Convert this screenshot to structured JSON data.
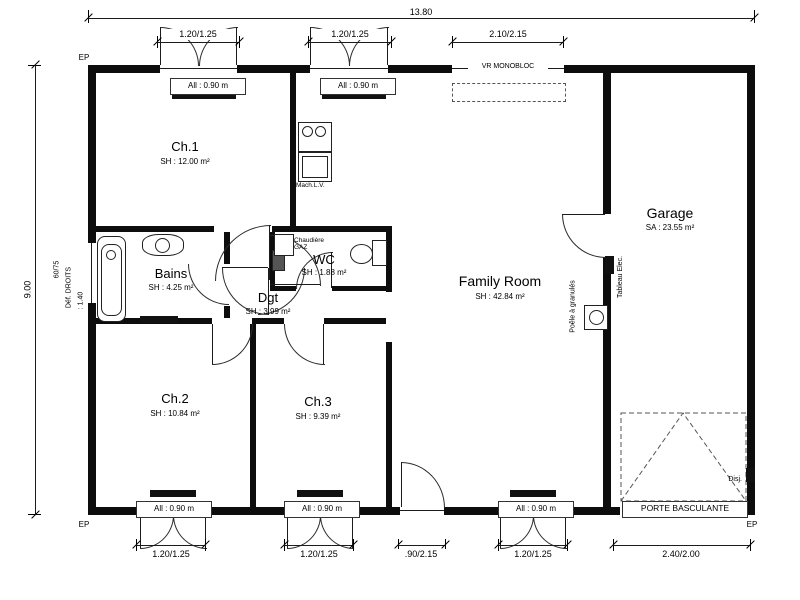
{
  "plan": {
    "rooms": [
      {
        "name": "Ch.1",
        "area": "SH : 12.00 m²"
      },
      {
        "name": "Bains",
        "area": "SH : 4.25 m²"
      },
      {
        "name": "Dgt",
        "area": "SH : 3.99 m²"
      },
      {
        "name": "WC",
        "area": "SH : 1.88 m²"
      },
      {
        "name": "Family Room",
        "area": "SH : 42.84 m²"
      },
      {
        "name": "Garage",
        "area": "SA : 23.55 m²"
      },
      {
        "name": "Ch.2",
        "area": "SH : 10.84 m²"
      },
      {
        "name": "Ch.3",
        "area": "SH : 9.39 m²"
      }
    ],
    "dims": {
      "total_width": "13.80",
      "total_height": "9.00",
      "top": [
        "1.20/1.25",
        "1.20/1.25",
        "2.10/2.15"
      ],
      "bottom": [
        "1.20/1.25",
        "1.20/1.25",
        ".90/2.15",
        "1.20/1.25",
        "2.40/2.00"
      ]
    },
    "windows": {
      "sill": "All : 0.90 m",
      "vr": "VR MONOBLOC",
      "left_size": "60/75",
      "left_note": "Déf. DROITS",
      "left_height": ": 1.40"
    },
    "labels": {
      "garage_door": "PORTE BASCULANTE",
      "boiler_1": "Chaudière",
      "boiler_2": "GAZ",
      "appliance": "Mach.L.V.",
      "stove": "Poêle à granulés",
      "panel": "Tableau Elec.",
      "breaker": "Disj.",
      "ep": "EP"
    }
  }
}
